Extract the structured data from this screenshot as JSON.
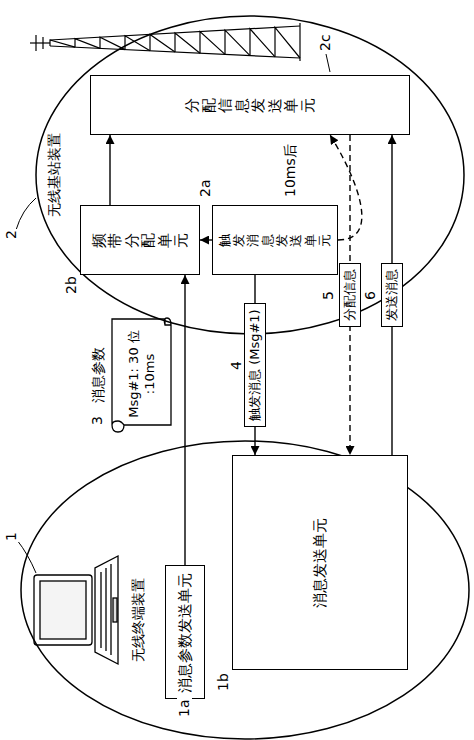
{
  "diagram": {
    "nodes": [
      {
        "text": [
          "无线终端装置"
        ]
      },
      {
        "text": [
          "消息参数发送单元"
        ],
        "in": 0
      },
      {
        "text": [
          "消息发送单元"
        ],
        "in": 0
      },
      {
        "text": [
          "消息参数",
          "Msg#1: 30 位 :10ms"
        ]
      },
      {
        "text": [
          "无线基站装置"
        ]
      },
      {
        "text": [
          "频带分配单元"
        ],
        "in": 4
      },
      {
        "text": [
          "触发消息发送单元"
        ],
        "in": 4
      },
      {
        "text": [
          "分配信息发送单元"
        ],
        "in": 4
      }
    ],
    "edges": [
      {
        "from": 1,
        "to": 5,
        "arrow": "to"
      },
      {
        "from": 5,
        "to": 7,
        "arrow": "to"
      },
      {
        "from": 6,
        "to": 5,
        "arrow": "to"
      },
      {
        "from": 6,
        "to": 2,
        "label": "触发消息 (Msg#1)",
        "arrow": "to"
      },
      {
        "from": 7,
        "to": 2,
        "label": "分配信息",
        "arrow": "to"
      },
      {
        "from": 2,
        "to": 7,
        "label": "发送消息",
        "arrow": "to"
      },
      {
        "from": 6,
        "to": 7,
        "label": "10ms后",
        "arrow": "to"
      }
    ],
    "labels": [
      "1",
      "1a",
      "1b",
      "2",
      "2a",
      "2b",
      "2c",
      "3",
      "4",
      "5",
      "6"
    ]
  }
}
